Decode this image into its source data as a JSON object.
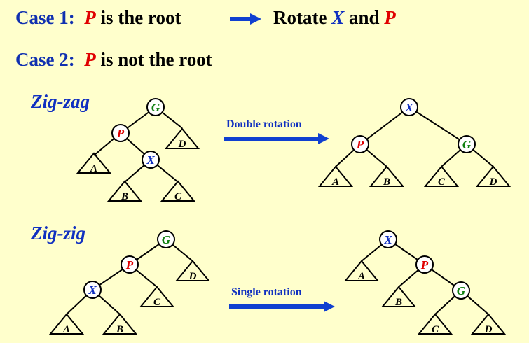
{
  "header": {
    "case1_prefix": "Case 1:",
    "case1_node": "P",
    "case1_rest": "is the root",
    "case1_action": "Rotate",
    "case1_x": "X",
    "case1_and": "and",
    "case1_p": "P",
    "case2_prefix": "Case 2:",
    "case2_node": "P",
    "case2_rest": "is not the root"
  },
  "zigzag": {
    "title": "Zig-zag",
    "arrow_label": "Double rotation"
  },
  "zigzig": {
    "title": "Zig-zig",
    "arrow_label": "Single rotation"
  },
  "nodes": {
    "G": "G",
    "P": "P",
    "X": "X"
  },
  "subtrees": {
    "A": "A",
    "B": "B",
    "C": "C",
    "D": "D"
  },
  "colors": {
    "background": "#ffffcc",
    "heading": "#1030b0",
    "node_P": "#e00000",
    "node_X": "#1030c0",
    "node_G": "#108010",
    "arrow": "#1040d0"
  }
}
